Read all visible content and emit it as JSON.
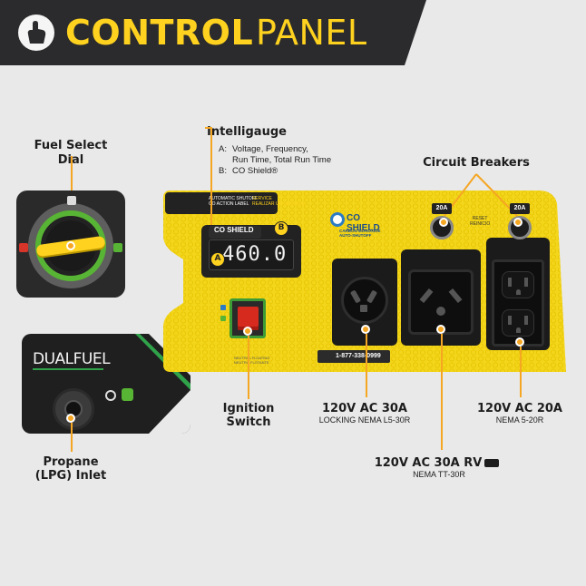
{
  "header": {
    "title_bold": "CONTROL",
    "title_light": "PANEL",
    "icon": "hand-pointer-icon"
  },
  "fuel_select": {
    "label": "Fuel Select Dial"
  },
  "intelligauge": {
    "label": "Intelligauge",
    "line_a_prefix": "A:",
    "line_a": "Voltage, Frequency,",
    "line_a2": "Run Time, Total Run Time",
    "line_b_prefix": "B:",
    "line_b": "CO Shield®",
    "display_value": "460.0",
    "shield_text": "CO SHIELD",
    "marker_a": "A",
    "marker_b": "B"
  },
  "breakers": {
    "label": "Circuit Breakers",
    "left_rating": "20A",
    "right_rating": "20A",
    "reset_text_1": "RESET",
    "reset_text_2": "REINICIO"
  },
  "panel": {
    "co_shield_logo": "CO SHIELD",
    "co_shield_sub_1": "CARBON MONOXIDE",
    "co_shield_sub_2": "AUTO-SHUTOFF",
    "phone": "1-877-338-0999",
    "warning_1": "AUTOMATIC SHUTOFF",
    "warning_2": "CO ACTION LABEL",
    "service_1": "SERVICE",
    "service_2": "REALIZAR UN SERVICIO",
    "neutral_1": "NEUTRAL FLOATING",
    "neutral_2": "NEUTRO FLOTANTE"
  },
  "dual_fuel": {
    "word_dual": "DUAL",
    "word_fuel": "FUEL"
  },
  "propane": {
    "label_1": "Propane",
    "label_2": "(LPG) Inlet"
  },
  "ignition": {
    "label_1": "Ignition",
    "label_2": "Switch"
  },
  "outlets": {
    "l5_30r": {
      "title": "120V AC 30A",
      "subtitle": "LOCKING NEMA L5-30R"
    },
    "tt_30r": {
      "title": "120V AC 30A RV",
      "subtitle": "NEMA TT-30R",
      "icon": "rv-icon"
    },
    "n5_20r": {
      "title": "120V AC 20A",
      "subtitle": "NEMA 5-20R"
    }
  },
  "colors": {
    "accent_yellow": "#ffd21f",
    "pointer_orange": "#f5a623",
    "header_dark": "#2b2b2b",
    "fuel_green": "#58b434"
  }
}
